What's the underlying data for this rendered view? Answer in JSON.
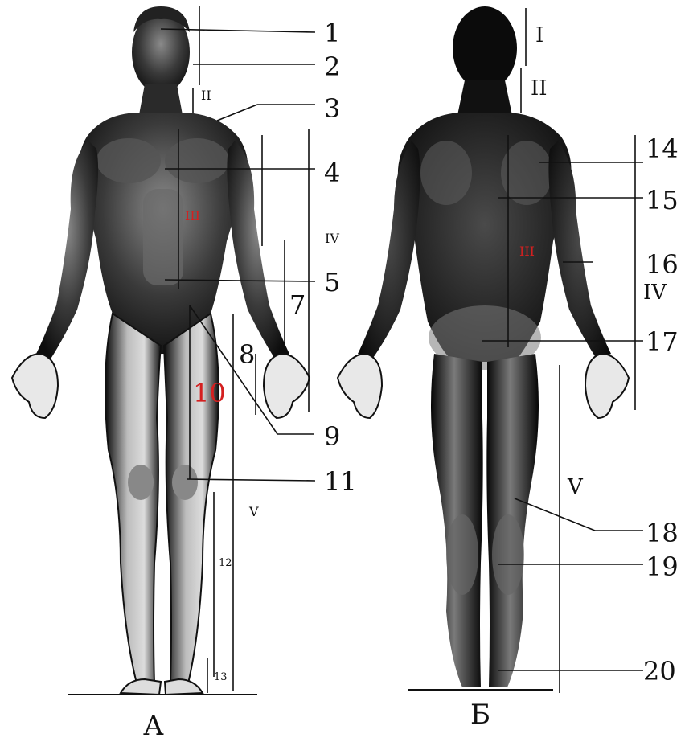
{
  "numbers": {
    "n1": "1",
    "n2": "2",
    "n3": "3",
    "n4": "4",
    "n5": "5",
    "n7": "7",
    "n8": "8",
    "n9": "9",
    "n10": "10",
    "n11": "11",
    "n12": "12",
    "n13": "13",
    "n14": "14",
    "n15": "15",
    "n16": "16",
    "n17": "17",
    "n18": "18",
    "n19": "19",
    "n20": "20"
  },
  "romans": {
    "a_II": "II",
    "a_III": "III",
    "a_IV": "IV",
    "a_V": "V",
    "b_I": "I",
    "b_II": "II",
    "b_III": "III",
    "b_IV": "IV",
    "b_V": "V"
  },
  "views": {
    "front": "А",
    "back": "Б"
  },
  "colors": {
    "ink": "#111111",
    "accent_red": "#d42020",
    "body": "#1a1a1a",
    "highlight": "#6a6a6a"
  }
}
